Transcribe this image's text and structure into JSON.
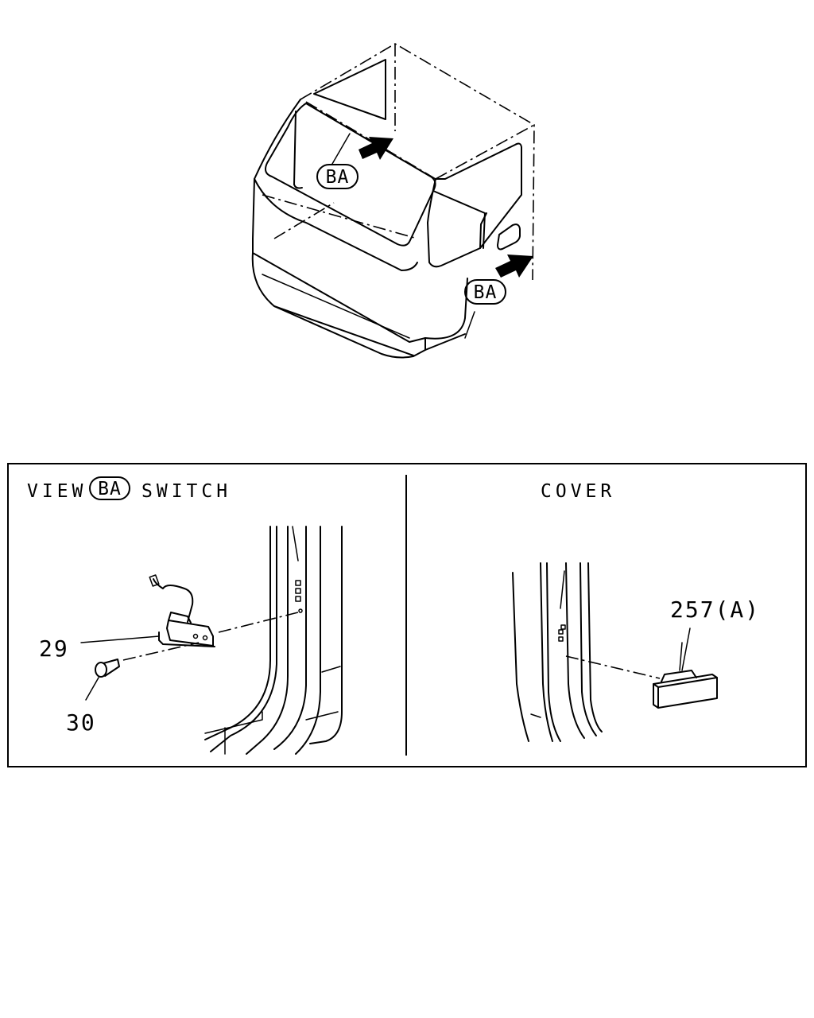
{
  "callouts": {
    "view_tag": "BA"
  },
  "panel_left": {
    "view_word": "VIEW",
    "view_tag": "BA",
    "title": "SWITCH"
  },
  "panel_right": {
    "title": "COVER"
  },
  "parts": [
    {
      "id": "29"
    },
    {
      "id": "30"
    },
    {
      "id": "257(A)"
    }
  ]
}
